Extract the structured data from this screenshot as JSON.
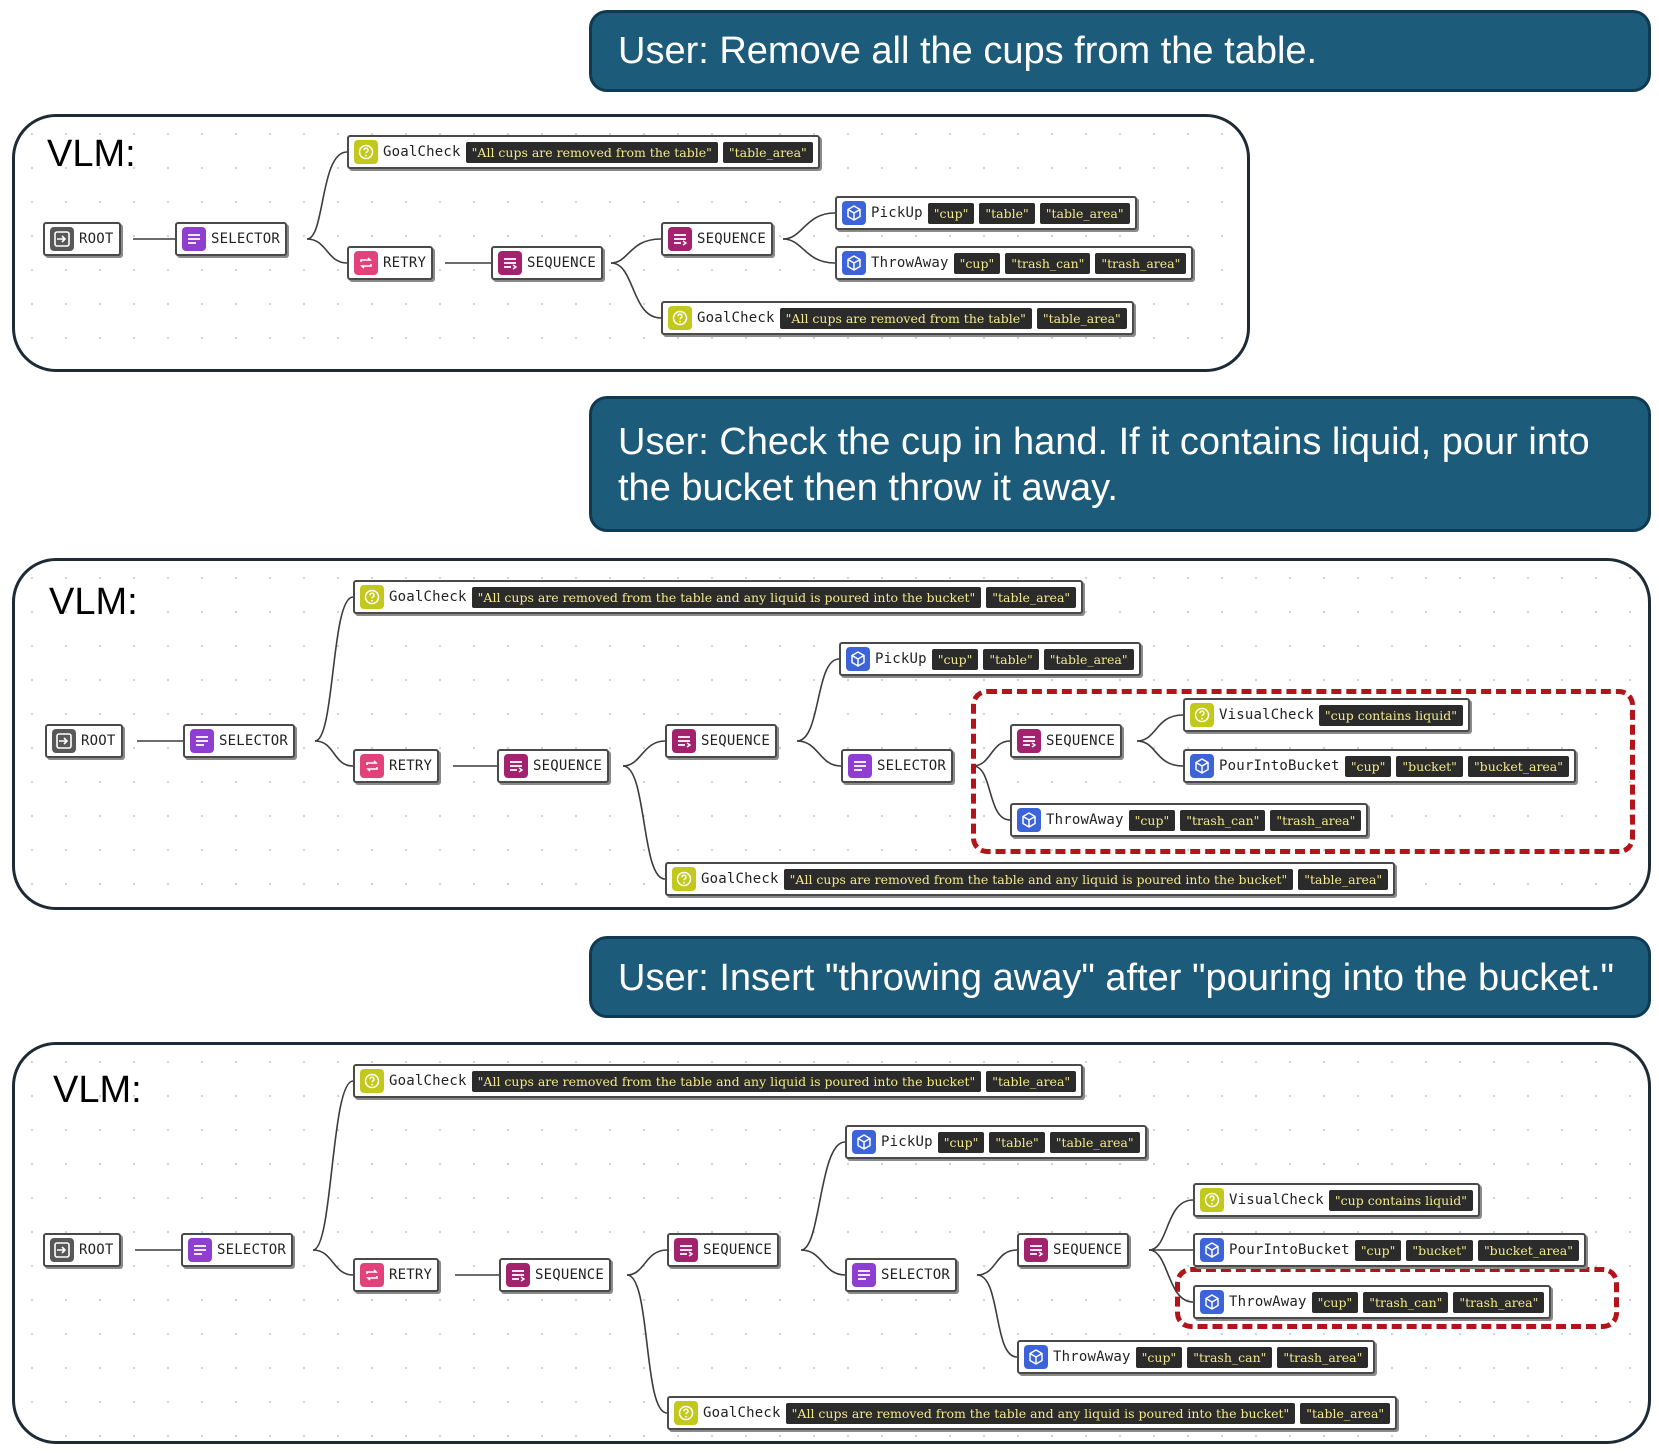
{
  "colors": {
    "bubble_bg": "#1d5b7a",
    "highlight": "#b3141b",
    "root": "#585858",
    "selector": "#8e3fd1",
    "retry": "#e2417a",
    "sequence": "#a2226d",
    "action": "#3c63d8",
    "condition": "#c2c81c"
  },
  "node_icons": {
    "ROOT": "enter-arrow-icon",
    "SELECTOR": "selector-list-icon",
    "RETRY": "retry-loop-icon",
    "SEQUENCE": "sequence-list-icon",
    "ACTION": "cube-icon",
    "CONDITION": "question-circle-icon"
  },
  "panels": [
    {
      "user_prompt": "User: Remove all the cups from the table.",
      "vlm_label": "VLM:",
      "nodes": [
        {
          "label": "ROOT",
          "kind": "root",
          "args": []
        },
        {
          "label": "SELECTOR",
          "kind": "selector",
          "args": []
        },
        {
          "label": "GoalCheck",
          "kind": "condition",
          "args": [
            "\"All cups are removed from the table\"",
            "\"table_area\""
          ]
        },
        {
          "label": "RETRY",
          "kind": "retry",
          "args": []
        },
        {
          "label": "SEQUENCE",
          "kind": "sequence",
          "args": []
        },
        {
          "label": "SEQUENCE",
          "kind": "sequence",
          "args": []
        },
        {
          "label": "PickUp",
          "kind": "action",
          "args": [
            "\"cup\"",
            "\"table\"",
            "\"table_area\""
          ]
        },
        {
          "label": "ThrowAway",
          "kind": "action",
          "args": [
            "\"cup\"",
            "\"trash_can\"",
            "\"trash_area\""
          ]
        },
        {
          "label": "GoalCheck",
          "kind": "condition",
          "args": [
            "\"All cups are removed from the table\"",
            "\"table_area\""
          ]
        }
      ]
    },
    {
      "user_prompt": "User: Check the cup in hand. If it contains liquid, pour into the bucket then throw it away.",
      "vlm_label": "VLM:",
      "nodes": [
        {
          "label": "ROOT",
          "kind": "root",
          "args": []
        },
        {
          "label": "SELECTOR",
          "kind": "selector",
          "args": []
        },
        {
          "label": "GoalCheck",
          "kind": "condition",
          "args": [
            "\"All cups are removed from the table and any liquid is poured into the bucket\"",
            "\"table_area\""
          ]
        },
        {
          "label": "RETRY",
          "kind": "retry",
          "args": []
        },
        {
          "label": "SEQUENCE",
          "kind": "sequence",
          "args": []
        },
        {
          "label": "SEQUENCE",
          "kind": "sequence",
          "args": []
        },
        {
          "label": "PickUp",
          "kind": "action",
          "args": [
            "\"cup\"",
            "\"table\"",
            "\"table_area\""
          ]
        },
        {
          "label": "SELECTOR",
          "kind": "selector",
          "args": []
        },
        {
          "label": "SEQUENCE",
          "kind": "sequence",
          "args": []
        },
        {
          "label": "VisualCheck",
          "kind": "condition",
          "args": [
            "\"cup contains liquid\""
          ]
        },
        {
          "label": "PourIntoBucket",
          "kind": "action",
          "args": [
            "\"cup\"",
            "\"bucket\"",
            "\"bucket_area\""
          ]
        },
        {
          "label": "ThrowAway",
          "kind": "action",
          "args": [
            "\"cup\"",
            "\"trash_can\"",
            "\"trash_area\""
          ]
        },
        {
          "label": "GoalCheck",
          "kind": "condition",
          "args": [
            "\"All cups are removed from the table and any liquid is poured into the bucket\"",
            "\"table_area\""
          ]
        }
      ]
    },
    {
      "user_prompt": "User: Insert \"throwing away\" after \"pouring into the bucket.\"",
      "vlm_label": "VLM:",
      "nodes": [
        {
          "label": "ROOT",
          "kind": "root",
          "args": []
        },
        {
          "label": "SELECTOR",
          "kind": "selector",
          "args": []
        },
        {
          "label": "GoalCheck",
          "kind": "condition",
          "args": [
            "\"All cups are removed from the table and any liquid is poured into the bucket\"",
            "\"table_area\""
          ]
        },
        {
          "label": "RETRY",
          "kind": "retry",
          "args": []
        },
        {
          "label": "SEQUENCE",
          "kind": "sequence",
          "args": []
        },
        {
          "label": "SEQUENCE",
          "kind": "sequence",
          "args": []
        },
        {
          "label": "PickUp",
          "kind": "action",
          "args": [
            "\"cup\"",
            "\"table\"",
            "\"table_area\""
          ]
        },
        {
          "label": "SELECTOR",
          "kind": "selector",
          "args": []
        },
        {
          "label": "SEQUENCE",
          "kind": "sequence",
          "args": []
        },
        {
          "label": "VisualCheck",
          "kind": "condition",
          "args": [
            "\"cup contains liquid\""
          ]
        },
        {
          "label": "PourIntoBucket",
          "kind": "action",
          "args": [
            "\"cup\"",
            "\"bucket\"",
            "\"bucket_area\""
          ]
        },
        {
          "label": "ThrowAway",
          "kind": "action",
          "args": [
            "\"cup\"",
            "\"trash_can\"",
            "\"trash_area\""
          ]
        },
        {
          "label": "ThrowAway",
          "kind": "action",
          "args": [
            "\"cup\"",
            "\"trash_can\"",
            "\"trash_area\""
          ]
        },
        {
          "label": "GoalCheck",
          "kind": "condition",
          "args": [
            "\"All cups are removed from the table and any liquid is poured into the bucket\"",
            "\"table_area\""
          ]
        }
      ]
    }
  ]
}
